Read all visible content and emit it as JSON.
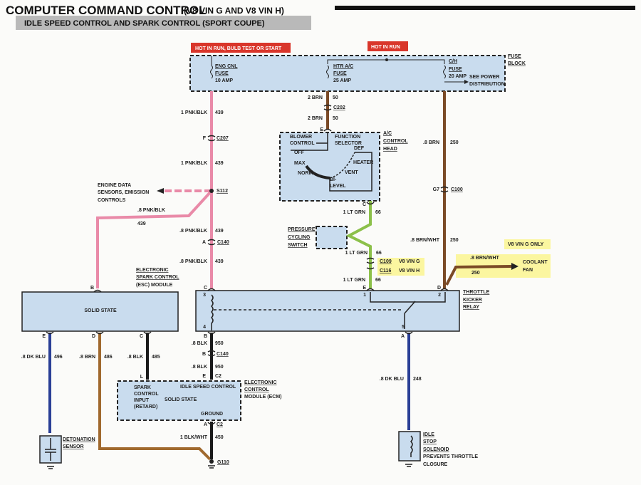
{
  "header": {
    "title": "COMPUTER COMMAND CONTROL",
    "title_suffix": "(V8 VIN G AND V8 VIN H)",
    "subtitle": "IDLE SPEED CONTROL AND SPARK CONTROL (SPORT COUPE)"
  },
  "power": {
    "hot_run_bulb_start": "HOT IN RUN, BULB TEST OR START",
    "hot_run": "HOT IN RUN"
  },
  "colors": {
    "component_fill": "#c9dcee",
    "pink": "#e98aa8",
    "brown": "#7a4a26",
    "tan_brown": "#a0692e",
    "light_green": "#8cc04a",
    "dark_blue": "#2a3f96",
    "black": "#1a1a1a",
    "hot_label": "#d9362b",
    "highlight": "#fbf6a0"
  },
  "labels": {
    "eng_cnl_1": "ENG CNL",
    "eng_cnl_2": "FUSE",
    "eng_cnl_amp": "10 AMP",
    "htr_1": "HTR A/C",
    "htr_2": "FUSE",
    "htr_amp": "25 AMP",
    "ch_1": "C/H",
    "ch_2": "FUSE",
    "ch_amp": "20 AMP",
    "see_power_1": "SEE POWER",
    "see_power_2": "DISTRIBUTION",
    "fuse_block_1": "FUSE",
    "fuse_block_2": "BLOCK",
    "w439a_c": "1 PNK/BLK",
    "w439a_n": "439",
    "c207_pin": "F",
    "c207": "C207",
    "w439b_c": "1 PNK/BLK",
    "w439b_n": "439",
    "s112": "S112",
    "eng_data_1": "ENGINE DATA",
    "eng_data_2": "SENSORS, EMISSION",
    "eng_data_3": "CONTROLS",
    "w439c_c": ".8 PNK/BLK",
    "w439c_n": "439",
    "w439d_c": ".8 PNK/BLK",
    "w439d_n": "439",
    "c140a_pin": "A",
    "c140a": "C140",
    "w439e_c": ".8 PNK/BLK",
    "w439e_n": "439",
    "esc_1": "ELECTRONIC",
    "esc_2": "SPARK CONTROL",
    "esc_3": "(ESC) MODULE",
    "esc_solid": "SOLID STATE",
    "esc_pin_b": "B",
    "esc_pin_e": "E",
    "esc_pin_d": "D",
    "esc_pin_c": "C",
    "relay_pin_c": "C",
    "relay_3": "3",
    "relay_4": "4",
    "relay_pin_b": "B",
    "relay_pin_e": "E",
    "relay_1": "1",
    "relay_pin_d": "D",
    "relay_2": "2",
    "relay_5": "5",
    "relay_pin_a": "A",
    "relay_1l": "THROTTLE",
    "relay_2l": "KICKER",
    "relay_3l": "RELAY",
    "w496_c": ".8 DK BLU",
    "w496_n": "496",
    "w486_c": ".8 BRN",
    "w486_n": "486",
    "w485_c": ".8 BLK",
    "w485_n": "485",
    "ecm_pin_l": "L",
    "w950a_c": ".8 BLK",
    "w950a_n": "950",
    "c140b_pin": "B",
    "c140b": "C140",
    "w950b_c": ".8 BLK",
    "w950b_n": "950",
    "c2e_pin": "E",
    "c2e": "C2",
    "ecm_spark_1": "SPARK",
    "ecm_spark_2": "CONTROL",
    "ecm_spark_3": "INPUT",
    "ecm_spark_4": "(RETARD)",
    "ecm_isc": "IDLE SPEED CONTROL",
    "ecm_solid": "SOLID STATE",
    "ecm_ground": "GROUND",
    "ecm_1": "ELECTRONIC",
    "ecm_2": "CONTROL",
    "ecm_3": "MODULE (ECM)",
    "c2a_pin": "A",
    "c2a": "C2",
    "w450_c": "1 BLK/WHT",
    "w450_n": "450",
    "g110": "G110",
    "det_1": "DETONATION",
    "det_2": "SENSOR",
    "w50a_c": "2 BRN",
    "w50a_n": "50",
    "c202": "C202",
    "w50b_c": "2 BRN",
    "w50b_n": "50",
    "ach_pin_e": "E",
    "ach_blower_1": "BLOWER",
    "ach_blower_2": "CONTROL",
    "ach_func_1": "FUNCTION",
    "ach_func_2": "SELECTOR",
    "ach_off": "OFF",
    "ach_def": "DEF",
    "ach_max": "MAX",
    "ach_heater": "HEATER",
    "ach_norm": "NORM",
    "ach_vent": "VENT",
    "ach_bi_1": "BI-",
    "ach_bi_2": "LEVEL",
    "ach_1": "A/C",
    "ach_2": "CONTROL",
    "ach_3": "HEAD",
    "ach_pin_c": "C",
    "w66a_c": "1 LT GRN",
    "w66a_n": "66",
    "pcs_1": "PRESSURE",
    "pcs_2": "CYCLING",
    "pcs_3": "SWITCH",
    "w66b_c": "1 LT GRN",
    "w66b_n": "66",
    "c109": "C109",
    "c109_v": "V8 VIN G",
    "c116": "C116",
    "c116_v": "V8 VIN H",
    "w66c_c": "1 LT GRN",
    "w66c_n": "66",
    "w250a_c": ".8 BRN",
    "w250a_n": "250",
    "c100_pin": "G7",
    "c100": "C100",
    "w250b_c": ".8 BRN/WHT",
    "w250b_n": "250",
    "vin_g_only": "V8 VIN G ONLY",
    "w250c_c": ".8 BRN/WHT",
    "w250c_n": "250",
    "coolant_1": "COOLANT",
    "coolant_2": "FAN",
    "w248_c": ".8 DK BLU",
    "w248_n": "248",
    "iss_1": "IDLE",
    "iss_2": "STOP",
    "iss_3": "SOLENOID",
    "iss_4": "PREVENTS THROTTLE",
    "iss_5": "CLOSURE"
  }
}
